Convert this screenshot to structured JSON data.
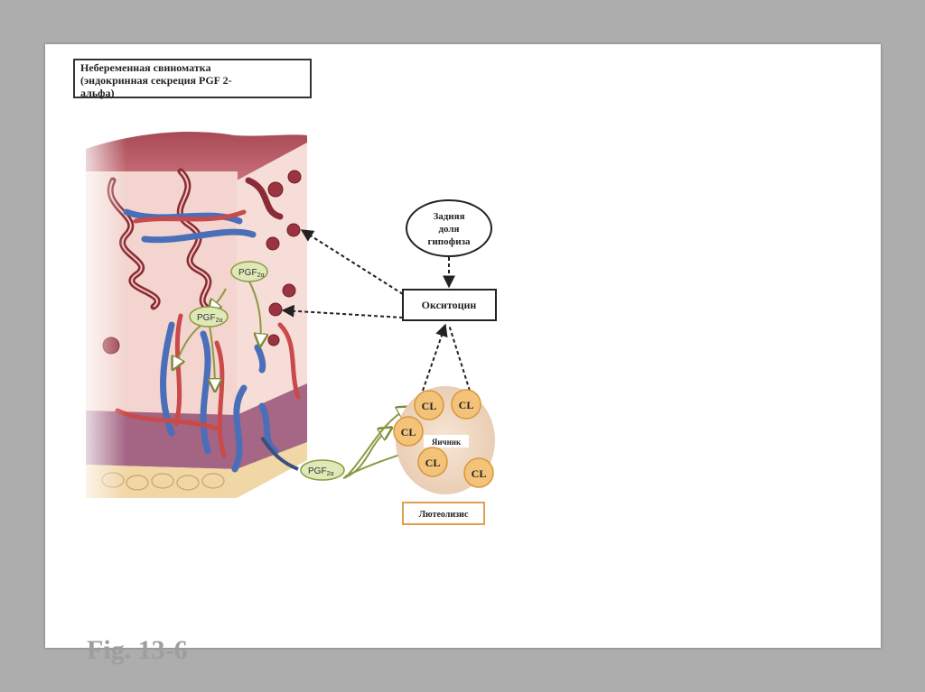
{
  "title": {
    "line1": "Небеременная свиноматка",
    "line2": "(эндокринная секреция PGF 2-",
    "line3": "альфа)"
  },
  "labels": {
    "pituitary_line1": "Задняя",
    "pituitary_line2": "доля",
    "pituitary_line3": "гипофиза",
    "oxytocin": "Окситоцин",
    "ovary": "Яичник",
    "luteolysis": "Лютеолизис",
    "cl": "CL",
    "pgf_base": "PGF",
    "pgf_sub": "2α"
  },
  "caption": "Fig. 13-6",
  "colors": {
    "slide_bg": "#ffffff",
    "frame_bg": "#adadad",
    "cl_fill": "#f3c37a",
    "cl_stroke": "#d8973a",
    "ovary_fill": "#f1dbc6",
    "pgf_fill": "#dfe9b8",
    "vein": "#4a6fb8",
    "artery": "#c84a4a",
    "tissue": "#f2d2cc",
    "gland": "#8a2b35",
    "luteolysis_border": "#e0a050"
  }
}
